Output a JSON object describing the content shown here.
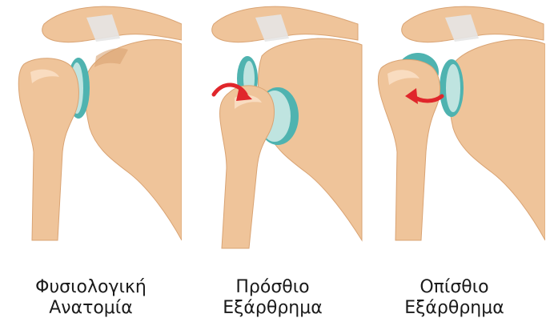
{
  "panels": [
    {
      "line1": "Φυσιολογική",
      "line2": "Ανατομία",
      "state": "normal"
    },
    {
      "line1": "Πρόσθιο",
      "line2": "Εξάρθρημα",
      "state": "anterior"
    },
    {
      "line1": "Οπίσθιο",
      "line2": "Εξάρθρημα",
      "state": "posterior"
    }
  ],
  "colors": {
    "bone": "#efc49a",
    "bone_shadow": "#d9a373",
    "bone_highlight": "#f9dcc0",
    "cartilage": "#4fb3b0",
    "cartilage_light": "#bfe4e0",
    "ligament": "#e6e6e6",
    "arrow": "#e0262b"
  }
}
